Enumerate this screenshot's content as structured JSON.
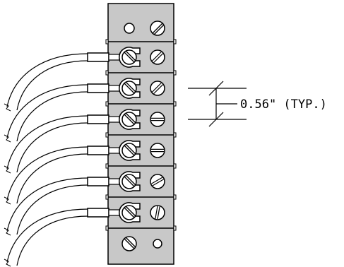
{
  "dimension": {
    "text": "0.56\" (TYP.)"
  },
  "terminal_block": {
    "position_count": 8,
    "wired_positions": 6
  }
}
